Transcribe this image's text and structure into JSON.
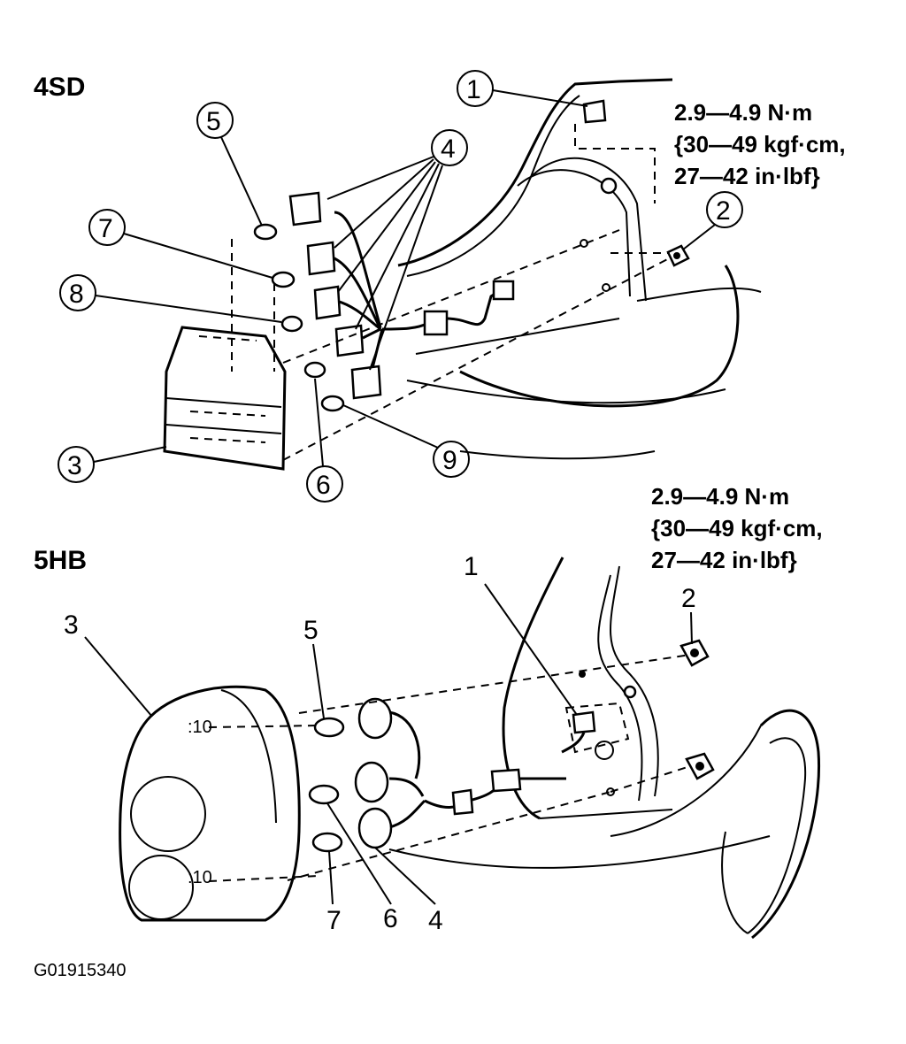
{
  "variants": [
    {
      "title": "4SD",
      "torque_spec": [
        "2.9—4.9 N·m",
        "{30—49 kgf·cm,",
        "27—42 in·lbf}"
      ],
      "callouts": [
        "1",
        "2",
        "3",
        "4",
        "5",
        "6",
        "7",
        "8",
        "9"
      ]
    },
    {
      "title": "5HB",
      "torque_spec": [
        "2.9—4.9 N·m",
        "{30—49 kgf·cm,",
        "27—42 in·lbf}"
      ],
      "callouts": [
        "1",
        "2",
        "3",
        "4",
        "5",
        "6",
        "7"
      ]
    }
  ],
  "figure_id": "G01915340"
}
